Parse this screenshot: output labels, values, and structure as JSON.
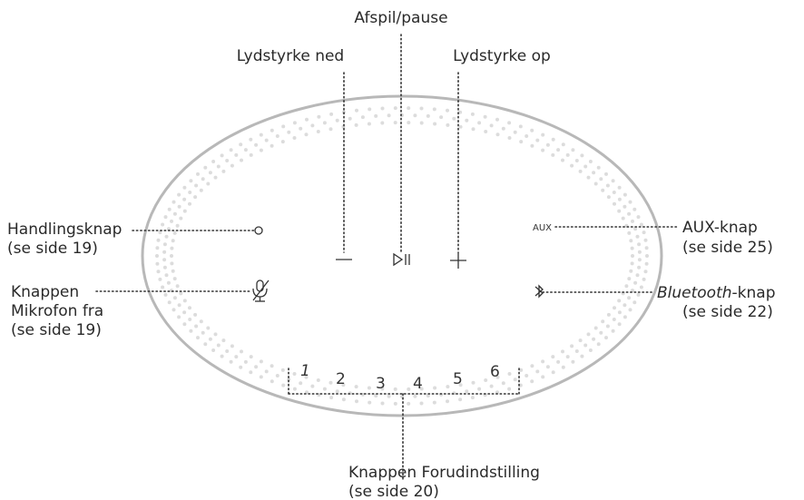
{
  "labels": {
    "play_pause": "Afspil/pause",
    "volume_down": "Lydstyrke ned",
    "volume_up": "Lydstyrke op",
    "action_line1": "Handlingsknap",
    "action_line2": "(se side 19)",
    "mic_line1": "Knappen",
    "mic_line2": "Mikrofon fra",
    "mic_line3": "(se side 19)",
    "aux_line1": "AUX-knap",
    "aux_line2": "(se side 25)",
    "bt_italic": "Bluetooth",
    "bt_rest": "-knap",
    "bt_line2": "(se side 22)",
    "preset_line1": "Knappen Forudindstilling",
    "preset_line2": "(se side 20)"
  },
  "device": {
    "aux_text": "AUX",
    "presets": [
      "1",
      "2",
      "3",
      "4",
      "5",
      "6"
    ]
  },
  "colors": {
    "outline": "#b8b8b8",
    "dots": "#dcdcdc",
    "lines": "#333333"
  }
}
